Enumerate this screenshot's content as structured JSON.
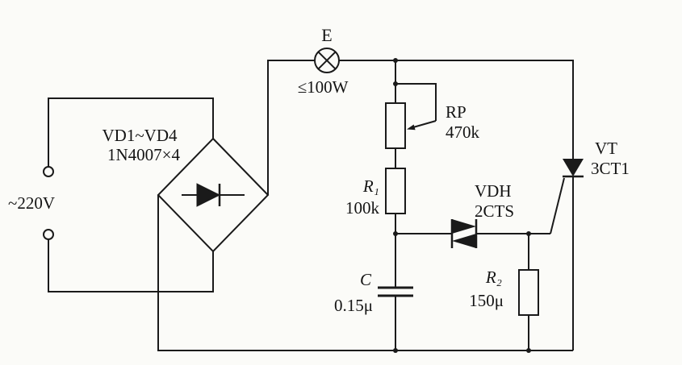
{
  "circuit": {
    "source": {
      "label": "~220V"
    },
    "bridge": {
      "name": "VD1~VD4",
      "type": "1N4007×4"
    },
    "lamp": {
      "name": "E",
      "power": "≤100W"
    },
    "potentiometer": {
      "name": "RP",
      "value": "470k"
    },
    "r1": {
      "name": "R₁",
      "value": "100k"
    },
    "diac": {
      "name": "VDH",
      "type": "2CTS"
    },
    "thyristor": {
      "name": "VT",
      "type": "3CT1"
    },
    "capacitor": {
      "name": "C",
      "value": "0.15μ"
    },
    "r2": {
      "name": "R₂",
      "value": "150μ"
    }
  },
  "colors": {
    "line": "#1a1a1a",
    "background": "#fbfbf8"
  }
}
